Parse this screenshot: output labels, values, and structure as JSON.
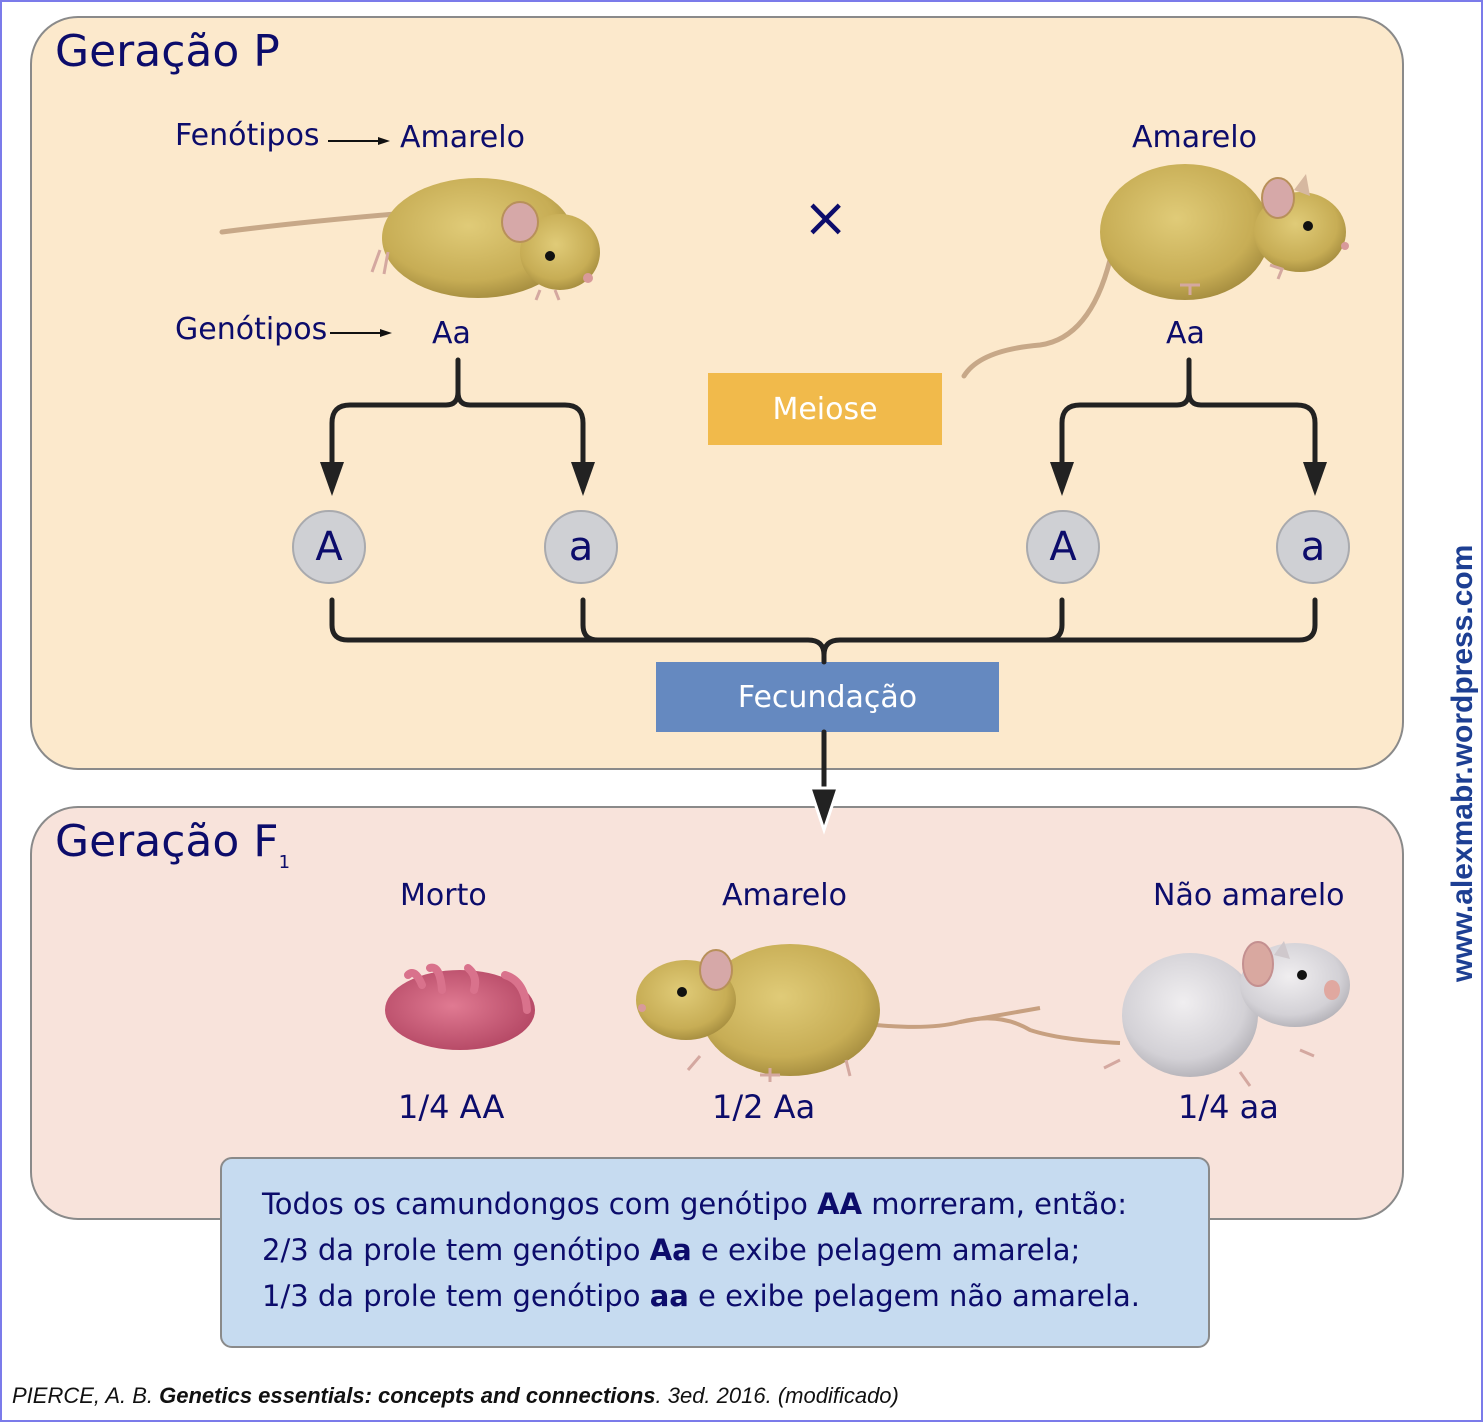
{
  "parental": {
    "title": "Geração P",
    "phenotypes_label": "Fenótipos",
    "genotypes_label": "Genótipos",
    "left_mouse": {
      "phenotype": "Amarelo",
      "genotype": "Aa"
    },
    "right_mouse": {
      "phenotype": "Amarelo",
      "genotype": "Aa"
    },
    "cross_symbol": "×",
    "meiosis_label": "Meiose",
    "gametes_left": [
      "A",
      "a"
    ],
    "gametes_right": [
      "A",
      "a"
    ],
    "fertilization_label": "Fecundação"
  },
  "f1": {
    "title": "Geração F",
    "title_subscript": "1",
    "offspring": [
      {
        "phenotype": "Morto",
        "ratio": "1/4 AA"
      },
      {
        "phenotype": "Amarelo",
        "ratio": "1/2 Aa"
      },
      {
        "phenotype": "Não amarelo",
        "ratio": "1/4 aa"
      }
    ]
  },
  "summary": {
    "line1_pre": "Todos os camundongos com genótipo ",
    "line1_bold": "AA",
    "line1_post": " morreram, então:",
    "line2_pre": "2/3 da prole tem genótipo ",
    "line2_bold": "Aa",
    "line2_post": " e exibe pelagem amarela;",
    "line3_pre": "1/3 da prole tem genótipo ",
    "line3_bold": "aa",
    "line3_post": " e exibe pelagem não amarela."
  },
  "credit": {
    "author": "PIERCE, A. B. ",
    "title": "Genetics essentials: concepts and connections",
    "rest": ". 3ed. 2016. (modificado)"
  },
  "watermark": "www.alexmabr.wordpress.com",
  "colors": {
    "panel_p": "#fce9cc",
    "panel_f1": "#f8e3db",
    "meiosis": "#f1ba4b",
    "fertilization": "#6589c0",
    "summary": "#c6dbf0",
    "text": "#0c0c6b"
  }
}
